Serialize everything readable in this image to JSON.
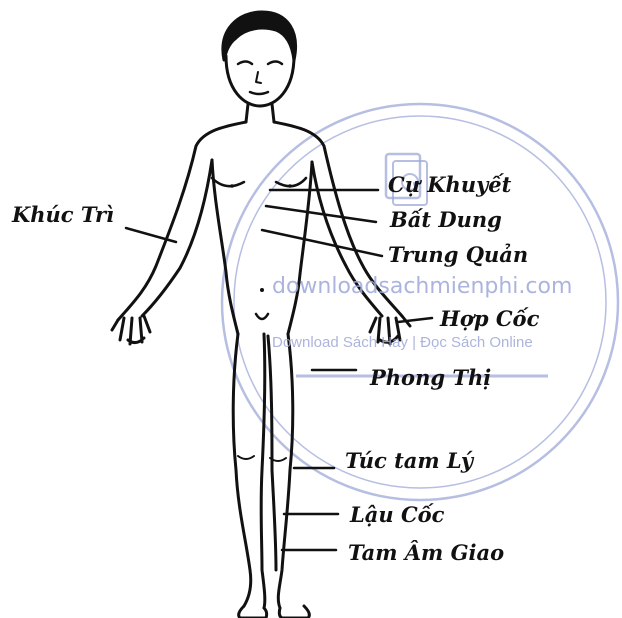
{
  "labels": {
    "khuc_tri": "Khúc Trì",
    "cu_khuyet": "Cự Khuyết",
    "bat_dung": "Bất Dung",
    "trung_quan": "Trung Quản",
    "hop_coc": "Hợp Cốc",
    "phong_thi": "Phong Thị",
    "tuc_tam_ly": "Túc tam Lý",
    "lau_coc": "Lậu Cốc",
    "tam_am_giao": "Tam Âm Giao"
  },
  "watermark": {
    "site": "downloadsachmienphi.com",
    "tagline": "Download Sách Hay | Đọc Sách Online",
    "color": "#9ea8d8"
  },
  "colors": {
    "ink": "#111111",
    "background": "#ffffff"
  }
}
